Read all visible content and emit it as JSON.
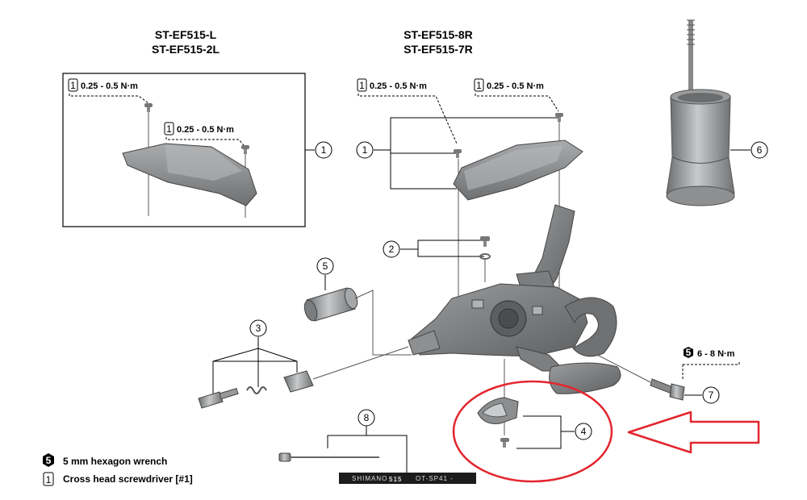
{
  "headers": {
    "left_line1": "ST-EF515-L",
    "left_line2": "ST-EF515-2L",
    "right_line1": "ST-EF515-8R",
    "right_line2": "ST-EF515-7R"
  },
  "torque_labels": {
    "left_top": "0.25 - 0.5 N·m",
    "left_mid": "0.25 - 0.5 N·m",
    "right_a": "0.25 - 0.5 N·m",
    "right_b": "0.25 - 0.5 N·m",
    "bolt": "6 - 8 N·m"
  },
  "callouts": [
    "1",
    "1",
    "2",
    "3",
    "4",
    "5",
    "6",
    "7",
    "8"
  ],
  "tool_badges": {
    "screwdriver": "1",
    "hex": "5"
  },
  "legend": {
    "hex_wrench": "5 mm hexagon wrench",
    "screwdriver": "Cross head screwdriver [#1]"
  },
  "cable_print": {
    "brand": "SHIMANO",
    "model": "515",
    "code": "OT-SP41 -"
  },
  "highlight_color": "#e3262e",
  "part_color": "#8a8c8e"
}
